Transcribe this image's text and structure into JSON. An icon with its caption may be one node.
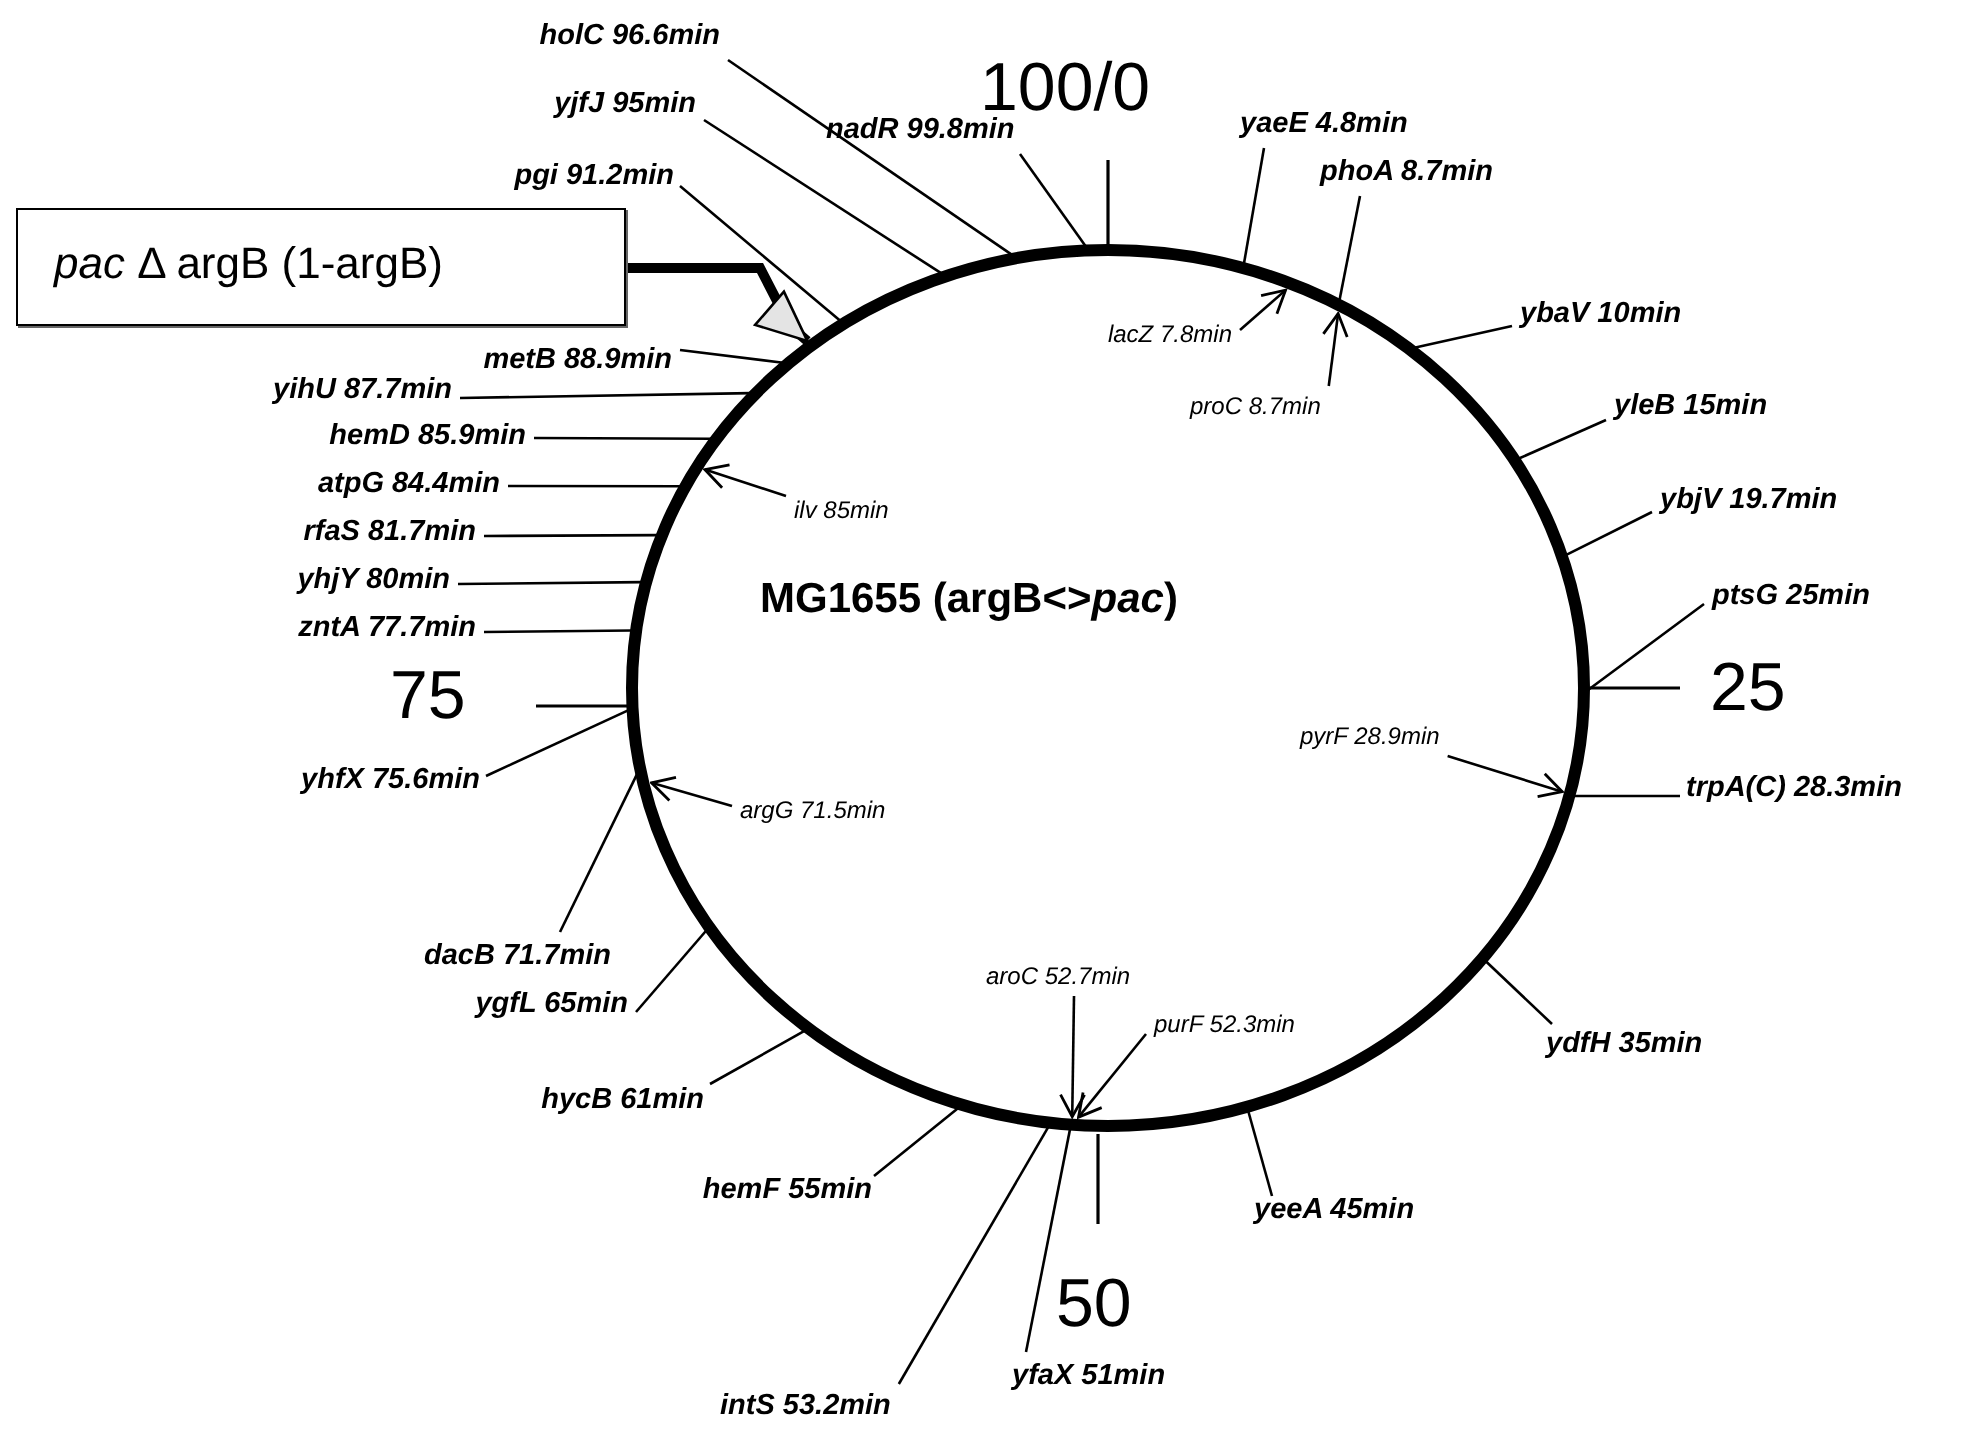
{
  "diagram": {
    "nodes": [
      {
        "text": [
          "MG1655 (argB<>*pac*)"
        ]
      },
      {
        "text": [
          "*pac* Δ argB (1-argB)"
        ]
      },
      {
        "text": [
          "holC 96.6min"
        ]
      },
      {
        "text": [
          "yjfJ 95min"
        ]
      },
      {
        "text": [
          "nadR 99.8min"
        ]
      },
      {
        "text": [
          "pgi 91.2min"
        ]
      },
      {
        "text": [
          "yaeE 4.8min"
        ]
      },
      {
        "text": [
          "phoA 8.7min"
        ]
      },
      {
        "text": [
          "ybaV 10min"
        ]
      },
      {
        "text": [
          "yleB 15min"
        ]
      },
      {
        "text": [
          "ybjV 19.7min"
        ]
      },
      {
        "text": [
          "ptsG 25min"
        ]
      },
      {
        "text": [
          "trpA(C) 28.3min"
        ]
      },
      {
        "text": [
          "ydfH 35min"
        ]
      },
      {
        "text": [
          "yeeA 45min"
        ]
      },
      {
        "text": [
          "yfaX 51min"
        ]
      },
      {
        "text": [
          "intS 53.2min"
        ]
      },
      {
        "text": [
          "hemF 55min"
        ]
      },
      {
        "text": [
          "hycB 61min"
        ]
      },
      {
        "text": [
          "ygfL 65min"
        ]
      },
      {
        "text": [
          "dacB 71.7min"
        ]
      },
      {
        "text": [
          "yhfX 75.6min"
        ]
      },
      {
        "text": [
          "zntA 77.7min"
        ]
      },
      {
        "text": [
          "yhjY 80min"
        ]
      },
      {
        "text": [
          "rfaS 81.7min"
        ]
      },
      {
        "text": [
          "atpG 84.4min"
        ]
      },
      {
        "text": [
          "hemD 85.9min"
        ]
      },
      {
        "text": [
          "yihU 87.7min"
        ]
      },
      {
        "text": [
          "metB 88.9min"
        ]
      },
      {
        "text": [
          "lacZ 7.8min"
        ],
        "in": 0
      },
      {
        "text": [
          "proC 8.7min"
        ],
        "in": 0
      },
      {
        "text": [
          "ilv 85min"
        ],
        "in": 0
      },
      {
        "text": [
          "argG 71.5min"
        ],
        "in": 0
      },
      {
        "text": [
          "pyrF 28.9min"
        ],
        "in": 0
      },
      {
        "text": [
          "aroC 52.7min"
        ],
        "in": 0
      },
      {
        "text": [
          "purF 52.3min"
        ],
        "in": 0
      }
    ],
    "edges": [
      {
        "from": 1,
        "to": 0,
        "arrow": "to",
        "style": "thick"
      },
      {
        "from": 2,
        "to": 0,
        "arrow": "none"
      },
      {
        "from": 3,
        "to": 0,
        "arrow": "none"
      },
      {
        "from": 4,
        "to": 0,
        "arrow": "none"
      },
      {
        "from": 5,
        "to": 0,
        "arrow": "none"
      },
      {
        "from": 6,
        "to": 0,
        "arrow": "none"
      },
      {
        "from": 7,
        "to": 0,
        "arrow": "none"
      },
      {
        "from": 8,
        "to": 0,
        "arrow": "none"
      },
      {
        "from": 9,
        "to": 0,
        "arrow": "none"
      },
      {
        "from": 10,
        "to": 0,
        "arrow": "none"
      },
      {
        "from": 11,
        "to": 0,
        "arrow": "none"
      },
      {
        "from": 12,
        "to": 0,
        "arrow": "none"
      },
      {
        "from": 13,
        "to": 0,
        "arrow": "none"
      },
      {
        "from": 14,
        "to": 0,
        "arrow": "none"
      },
      {
        "from": 15,
        "to": 0,
        "arrow": "none"
      },
      {
        "from": 16,
        "to": 0,
        "arrow": "none"
      },
      {
        "from": 17,
        "to": 0,
        "arrow": "none"
      },
      {
        "from": 18,
        "to": 0,
        "arrow": "none"
      },
      {
        "from": 19,
        "to": 0,
        "arrow": "none"
      },
      {
        "from": 20,
        "to": 0,
        "arrow": "none"
      },
      {
        "from": 21,
        "to": 0,
        "arrow": "none"
      },
      {
        "from": 22,
        "to": 0,
        "arrow": "none"
      },
      {
        "from": 23,
        "to": 0,
        "arrow": "none"
      },
      {
        "from": 24,
        "to": 0,
        "arrow": "none"
      },
      {
        "from": 25,
        "to": 0,
        "arrow": "none"
      },
      {
        "from": 26,
        "to": 0,
        "arrow": "none"
      },
      {
        "from": 27,
        "to": 0,
        "arrow": "none"
      },
      {
        "from": 28,
        "to": 0,
        "arrow": "none"
      },
      {
        "from": 29,
        "to": 0,
        "arrow": "to"
      },
      {
        "from": 30,
        "to": 0,
        "arrow": "to"
      },
      {
        "from": 31,
        "to": 0,
        "arrow": "to"
      },
      {
        "from": 32,
        "to": 0,
        "arrow": "to"
      },
      {
        "from": 33,
        "to": 0,
        "arrow": "to"
      },
      {
        "from": 34,
        "to": 0,
        "arrow": "to"
      },
      {
        "from": 35,
        "to": 0,
        "arrow": "to"
      }
    ],
    "labels": [
      "100/0",
      "25",
      "75",
      "50"
    ]
  }
}
